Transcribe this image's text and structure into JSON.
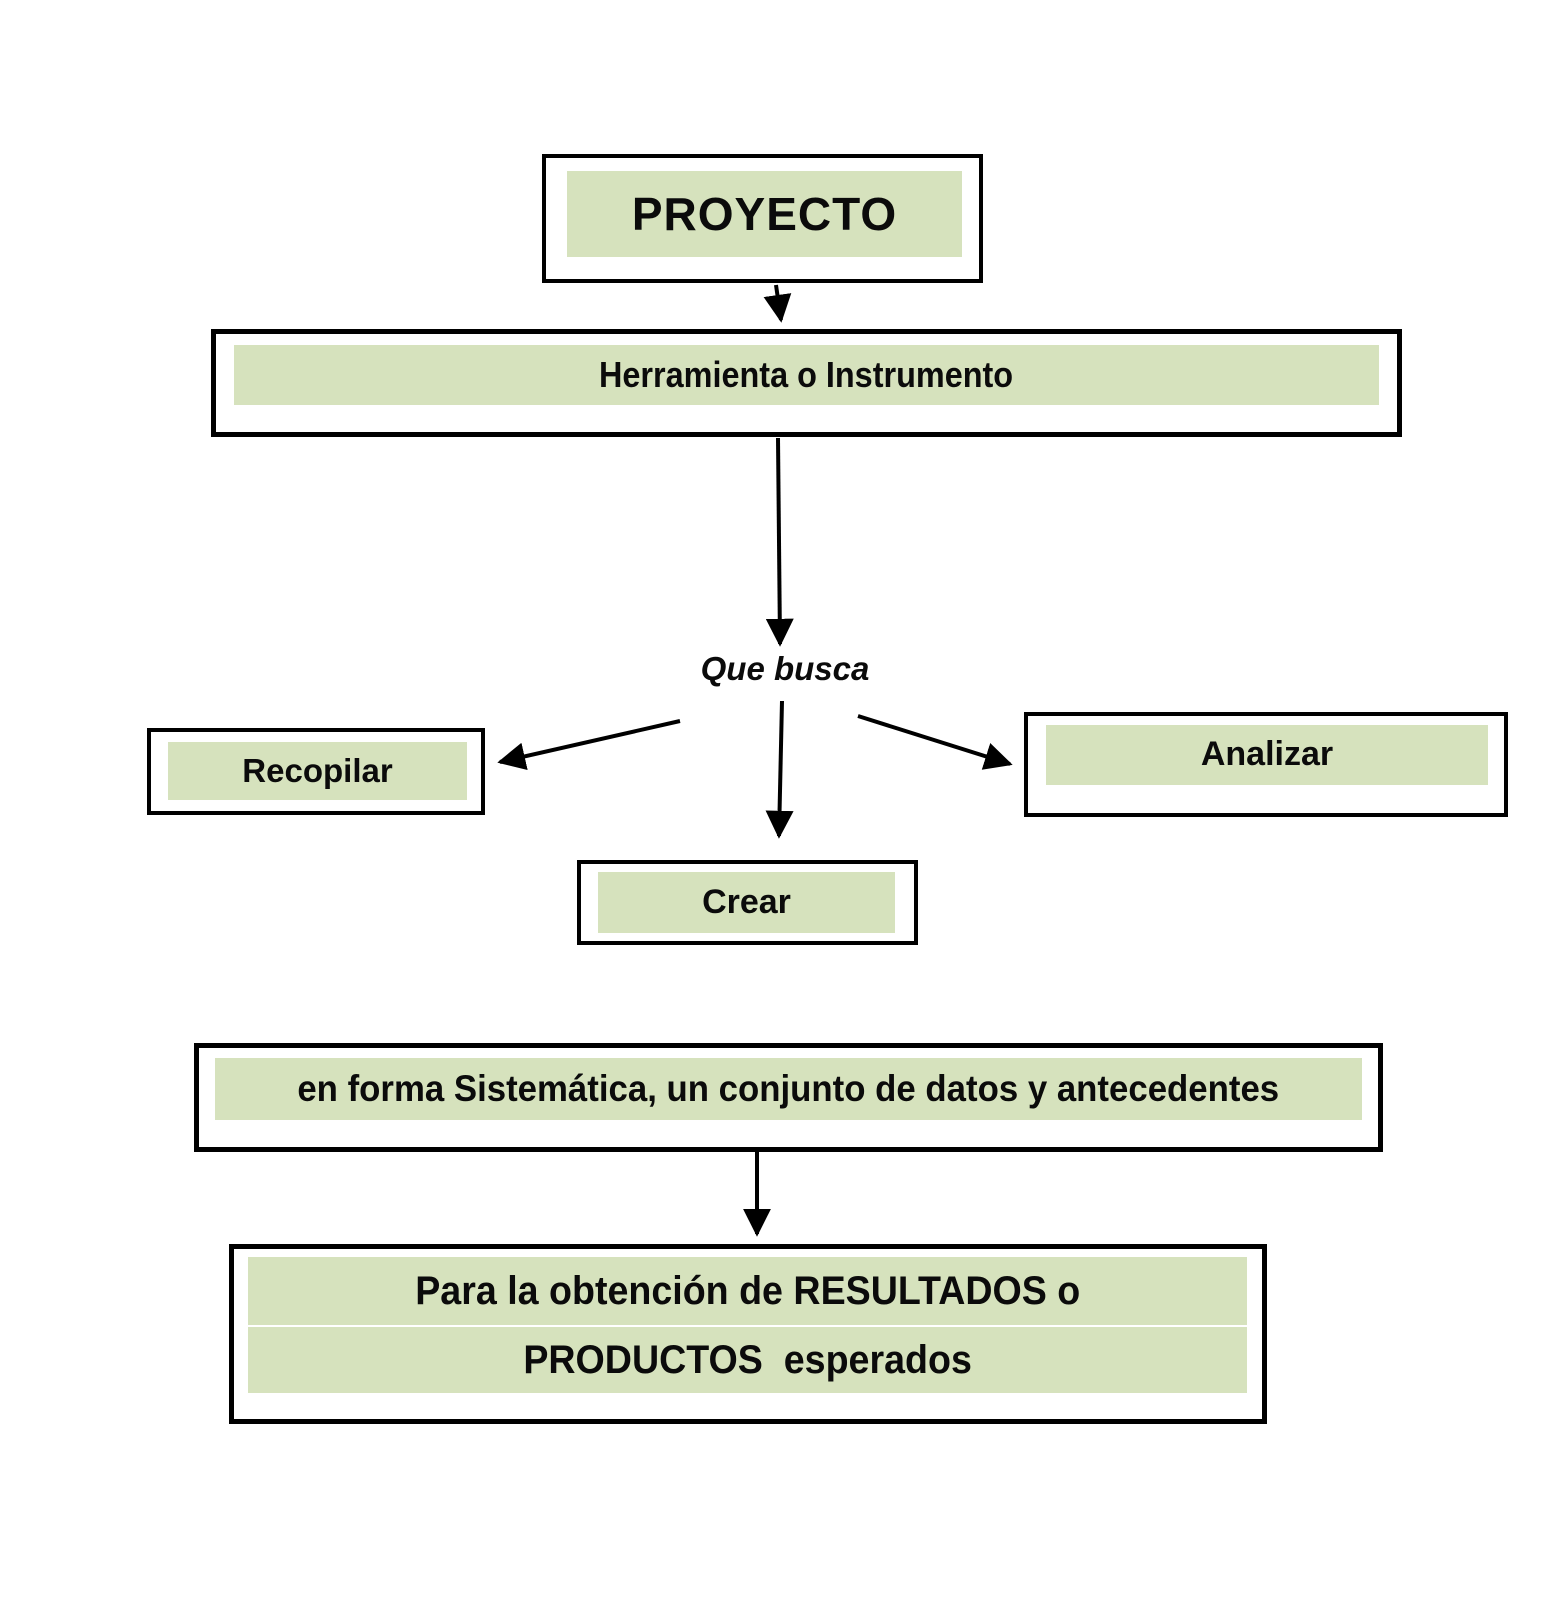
{
  "diagram": {
    "colors": {
      "node_fill": "#d6e2bd",
      "border": "#000000",
      "text": "#0b0b0b",
      "background": "#ffffff"
    },
    "nodes": {
      "proyecto": {
        "label": "PROYECTO"
      },
      "herramienta": {
        "label": "Herramienta o Instrumento"
      },
      "que_busca": {
        "label": "Que busca"
      },
      "recopilar": {
        "label": "Recopilar"
      },
      "analizar": {
        "label": "Analizar"
      },
      "crear": {
        "label": "Crear"
      },
      "sistematica": {
        "label": "en forma Sistemática, un conjunto de datos y antecedentes"
      },
      "resultados": {
        "line1": "Para la obtención de RESULTADOS o",
        "line2": "PRODUCTOS  esperados"
      }
    },
    "edges": [
      {
        "from": "PROYECTO",
        "to": "Herramienta o Instrumento"
      },
      {
        "from": "Herramienta o Instrumento",
        "to": "Que busca"
      },
      {
        "from": "Que busca",
        "to": "Recopilar"
      },
      {
        "from": "Que busca",
        "to": "Crear"
      },
      {
        "from": "Que busca",
        "to": "Analizar"
      },
      {
        "from": "en forma Sistemática, un conjunto de datos y antecedentes",
        "to": "Para la obtención de RESULTADOS o PRODUCTOS  esperados"
      }
    ]
  }
}
